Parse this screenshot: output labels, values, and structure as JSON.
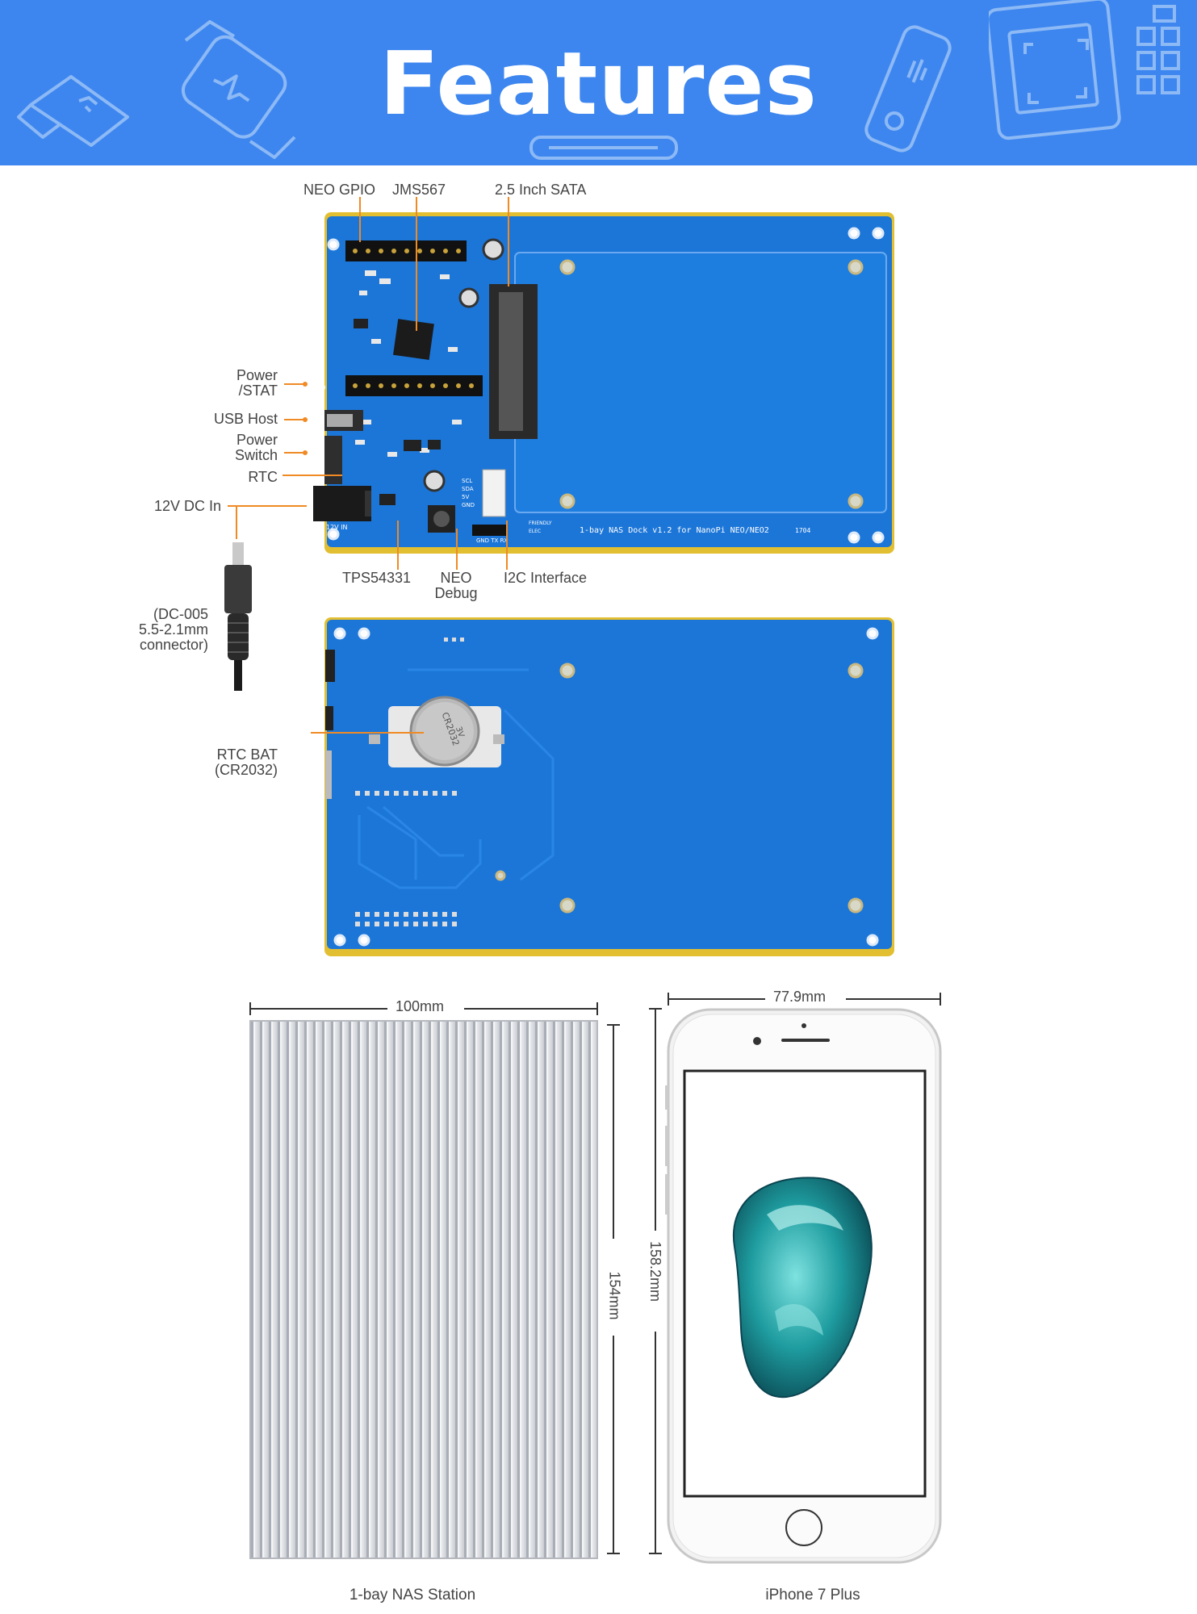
{
  "banner": {
    "title": "Features",
    "icons": [
      "usb-icon",
      "smartwatch-icon",
      "music-player-icon",
      "cable-icon",
      "tablet-icon"
    ]
  },
  "top_board": {
    "labels": {
      "neo_gpio": "NEO GPIO",
      "jms567": "JMS567",
      "sata": "2.5 Inch SATA",
      "power_stat_1": "Power",
      "power_stat_2": "/STAT",
      "usb_host": "USB Host",
      "power_switch_1": "Power",
      "power_switch_2": "Switch",
      "rtc": "RTC",
      "dc_in": "12V DC In",
      "tps": "TPS54331",
      "neo_debug_1": "NEO",
      "neo_debug_2": "Debug",
      "i2c": "I2C Interface"
    },
    "silkscreen": "1-bay NAS Dock v1.2 for NanoPi NEO/NEO2",
    "silkscreen_year": "1704",
    "silkscreen_brand": "FRIENDLY ELEC",
    "silkscreen_header": "GND TX RX",
    "silkscreen_i2c": [
      "SCL",
      "SDA",
      "5V",
      "GND"
    ],
    "silkscreen_power": "12V IN"
  },
  "connector": {
    "line1": "(DC-005",
    "line2": "5.5-2.1mm",
    "line3": "connector)"
  },
  "bottom_board": {
    "rtc_bat_1": "RTC BAT",
    "rtc_bat_2": "(CR2032)",
    "battery_text": "CR2032",
    "battery_voltage": "3V"
  },
  "dimensions": {
    "nas_width": "100mm",
    "nas_height": "154mm",
    "phone_width": "77.9mm",
    "phone_height": "158.2mm",
    "nas_caption": "1-bay NAS Station",
    "phone_caption": "iPhone 7 Plus"
  },
  "colors": {
    "banner": "#3d86ef",
    "pcb": "#1a73d6",
    "pcb_edge": "#e8c93a",
    "accent_line": "#f08a24"
  }
}
